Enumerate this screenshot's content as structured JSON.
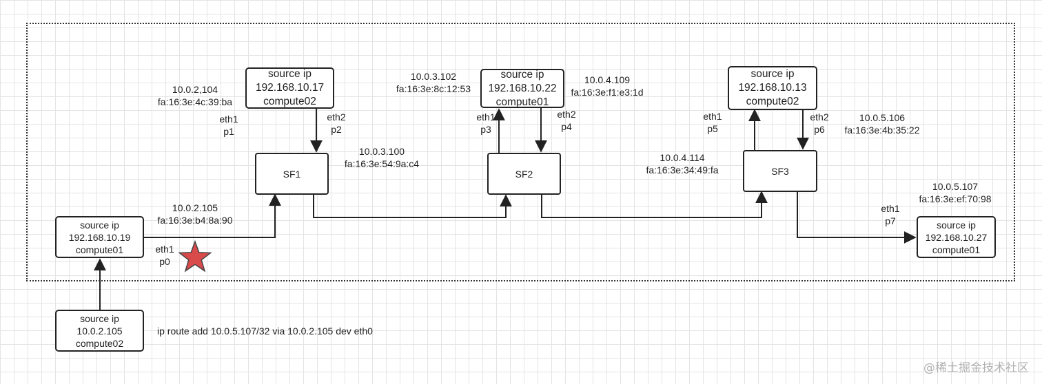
{
  "nodes": {
    "src_compute02_top": {
      "l1": "source ip",
      "l2": "192.168.10.17",
      "l3": "compute02"
    },
    "src_compute01_mid": {
      "l1": "source ip",
      "l2": "192.168.10.22",
      "l3": "compute01"
    },
    "src_compute02_right": {
      "l1": "source ip",
      "l2": "192.168.10.13",
      "l3": "compute02"
    },
    "src_left": {
      "l1": "source ip",
      "l2": "192.168.10.19",
      "l3": "compute01"
    },
    "src_dest": {
      "l1": "source ip",
      "l2": "192.168.10.27",
      "l3": "compute01"
    },
    "src_bottom": {
      "l1": "source ip",
      "l2": "10.0.2.105",
      "l3": "compute02"
    }
  },
  "sf": {
    "sf1": "SF1",
    "sf2": "SF2",
    "sf3": "SF3"
  },
  "labels": {
    "sf1_eth1_ip": "10.0.2,104",
    "sf1_eth1_mac": "fa:16:3e:4c:39:ba",
    "sf1_eth1_if": "eth1",
    "sf1_eth1_port": "p1",
    "sf1_eth2_if": "eth2",
    "sf1_eth2_port": "p2",
    "sf1_out_ip": "10.0.3.100",
    "sf1_out_mac": "fa:16:3e:54:9a:c4",
    "sf2_eth1_ip": "10.0.3.102",
    "sf2_eth1_mac": "fa:16:3e:8c:12:53",
    "sf2_eth2_ip": "10.0.4.109",
    "sf2_eth2_mac": "fa:16:3e:f1:e3:1d",
    "sf2_eth1_if": "eth1",
    "sf2_eth1_port": "p3",
    "sf2_eth2_if": "eth2",
    "sf2_eth2_port": "p4",
    "sf3_in_ip": "10.0.4.114",
    "sf3_in_mac": "fa:16:3e:34:49:fa",
    "sf3_eth1_if": "eth1",
    "sf3_eth1_port": "p5",
    "sf3_eth2_if": "eth2",
    "sf3_eth2_port": "p6",
    "sf3_eth2_ip": "10.0.5.106",
    "sf3_eth2_mac": "fa:16:3e:4b:35:22",
    "p0_ip": "10.0.2.105",
    "p0_mac": "fa:16:3e:b4:8a:90",
    "p0_if": "eth1",
    "p0_port": "p0",
    "p7_ip": "10.0.5.107",
    "p7_mac": "fa:16:3e:ef:70:98",
    "p7_if": "eth1",
    "p7_port": "p7",
    "route_cmd": "ip route add 10.0.5.107/32 via 10.0.2.105 dev eth0"
  },
  "watermark": "@稀土掘金技术社区",
  "colors": {
    "star": "#d94b4b",
    "line": "#222222"
  }
}
